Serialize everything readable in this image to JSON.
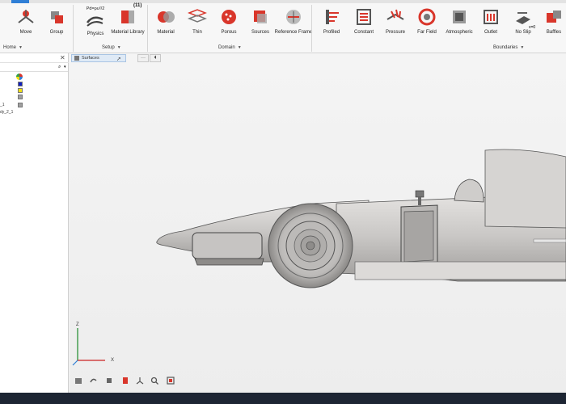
{
  "ribbon": {
    "tools": [
      {
        "id": "move",
        "label": "Move",
        "icon": "move-icon"
      },
      {
        "id": "group",
        "label": "Group",
        "icon": "group-icon"
      },
      {
        "id": "physics",
        "label": "Physics",
        "icon": "physics-icon",
        "formula": "Pd=ρu²/2"
      },
      {
        "id": "material-library",
        "label": "Material Library",
        "icon": "material-library-icon",
        "badge": "(11)"
      },
      {
        "id": "material",
        "label": "Material",
        "icon": "material-icon"
      },
      {
        "id": "thin",
        "label": "Thin",
        "icon": "thin-icon"
      },
      {
        "id": "porous",
        "label": "Porous",
        "icon": "porous-icon"
      },
      {
        "id": "sources",
        "label": "Sources",
        "icon": "sources-icon"
      },
      {
        "id": "reference-frame",
        "label": "Reference Frame",
        "icon": "reference-frame-icon"
      },
      {
        "id": "profiled",
        "label": "Profiled",
        "icon": "profiled-icon"
      },
      {
        "id": "constant",
        "label": "Constant",
        "icon": "constant-icon"
      },
      {
        "id": "pressure",
        "label": "Pressure",
        "icon": "pressure-icon"
      },
      {
        "id": "far-field",
        "label": "Far Field",
        "icon": "far-field-icon"
      },
      {
        "id": "atmospheric",
        "label": "Atmospheric",
        "icon": "atmospheric-icon"
      },
      {
        "id": "outlet",
        "label": "Outlet",
        "icon": "outlet-icon"
      },
      {
        "id": "no-slip",
        "label": "No Slip",
        "icon": "no-slip-icon",
        "formula": "v=0"
      },
      {
        "id": "baffles",
        "label": "Baffles",
        "icon": "baffles-icon"
      }
    ],
    "groups": {
      "home": "Home",
      "setup": "Setup",
      "domain": "Domain",
      "boundaries": "Boundaries"
    }
  },
  "leftpanel": {
    "items": [
      {
        "label": "_1",
        "color": "#c0c0c0"
      },
      {
        "label": "dy_2_1",
        "color": ""
      }
    ],
    "swatches": [
      "#1020c0",
      "#f0e010",
      "#a0a0a0",
      "#a0a0a0"
    ]
  },
  "viewport": {
    "face_tab": "Surfaces",
    "more_label": "···",
    "axes": {
      "z": "Z",
      "x": "X"
    }
  },
  "colors": {
    "accent": "#2f7fd6",
    "tool_red": "#d9362b",
    "car_body": "#c9c7c5"
  }
}
